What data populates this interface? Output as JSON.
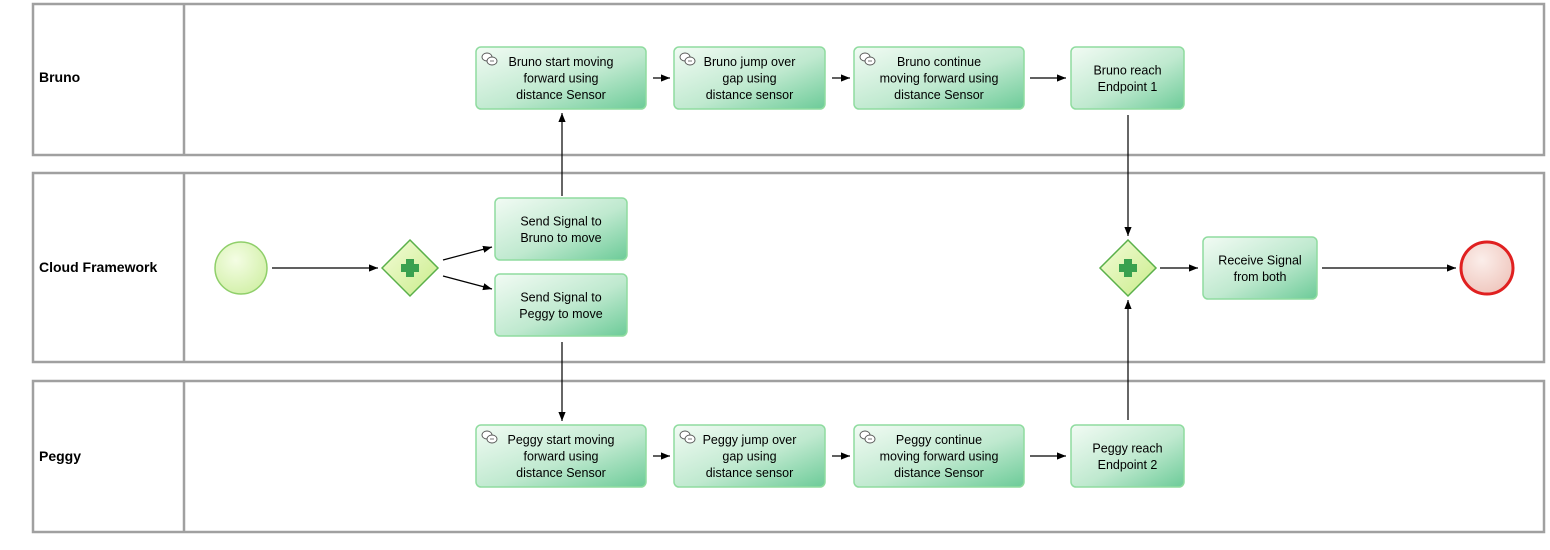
{
  "lanes": [
    {
      "id": "bruno",
      "label": "Bruno"
    },
    {
      "id": "cloud",
      "label": "Cloud Framework"
    },
    {
      "id": "peggy",
      "label": "Peggy"
    }
  ],
  "tasks": {
    "bruno_start": {
      "lines": [
        "Bruno start moving",
        "forward using",
        "distance Sensor"
      ],
      "icon": "user-task-icon"
    },
    "bruno_jump": {
      "lines": [
        "Bruno jump over",
        "gap using",
        "distance sensor"
      ],
      "icon": "user-task-icon"
    },
    "bruno_continue": {
      "lines": [
        "Bruno continue",
        "moving forward using",
        "distance Sensor"
      ],
      "icon": "user-task-icon"
    },
    "bruno_reach": {
      "lines": [
        "Bruno reach",
        "Endpoint 1"
      ]
    },
    "send_bruno": {
      "lines": [
        "Send Signal to",
        "Bruno to move"
      ]
    },
    "send_peggy": {
      "lines": [
        "Send Signal to",
        "Peggy to move"
      ]
    },
    "receive_both": {
      "lines": [
        "Receive Signal",
        "from both"
      ]
    },
    "peggy_start": {
      "lines": [
        "Peggy start moving",
        "forward using",
        "distance Sensor"
      ],
      "icon": "user-task-icon"
    },
    "peggy_jump": {
      "lines": [
        "Peggy jump over",
        "gap using",
        "distance sensor"
      ],
      "icon": "user-task-icon"
    },
    "peggy_continue": {
      "lines": [
        "Peggy continue",
        "moving forward using",
        "distance Sensor"
      ],
      "icon": "user-task-icon"
    },
    "peggy_reach": {
      "lines": [
        "Peggy reach",
        "Endpoint 2"
      ]
    }
  },
  "events": {
    "start": {
      "type": "start-event"
    },
    "end": {
      "type": "end-event"
    }
  },
  "gateways": {
    "split": {
      "type": "parallel-gateway"
    },
    "join": {
      "type": "parallel-gateway"
    }
  },
  "colors": {
    "task_fill_light": "#eaf8ee",
    "task_fill_dark": "#6ecc9c",
    "task_stroke": "#8fdc9f",
    "gateway_fill": "#dff5a6",
    "gateway_stroke": "#5ab04a",
    "gateway_plus": "#3aa14f",
    "start_fill": "#e8f8c8",
    "start_stroke": "#8fcf6a",
    "end_fill": "#f6d8d2",
    "end_stroke": "#e02020",
    "lane_stroke": "#a0a0a0"
  }
}
